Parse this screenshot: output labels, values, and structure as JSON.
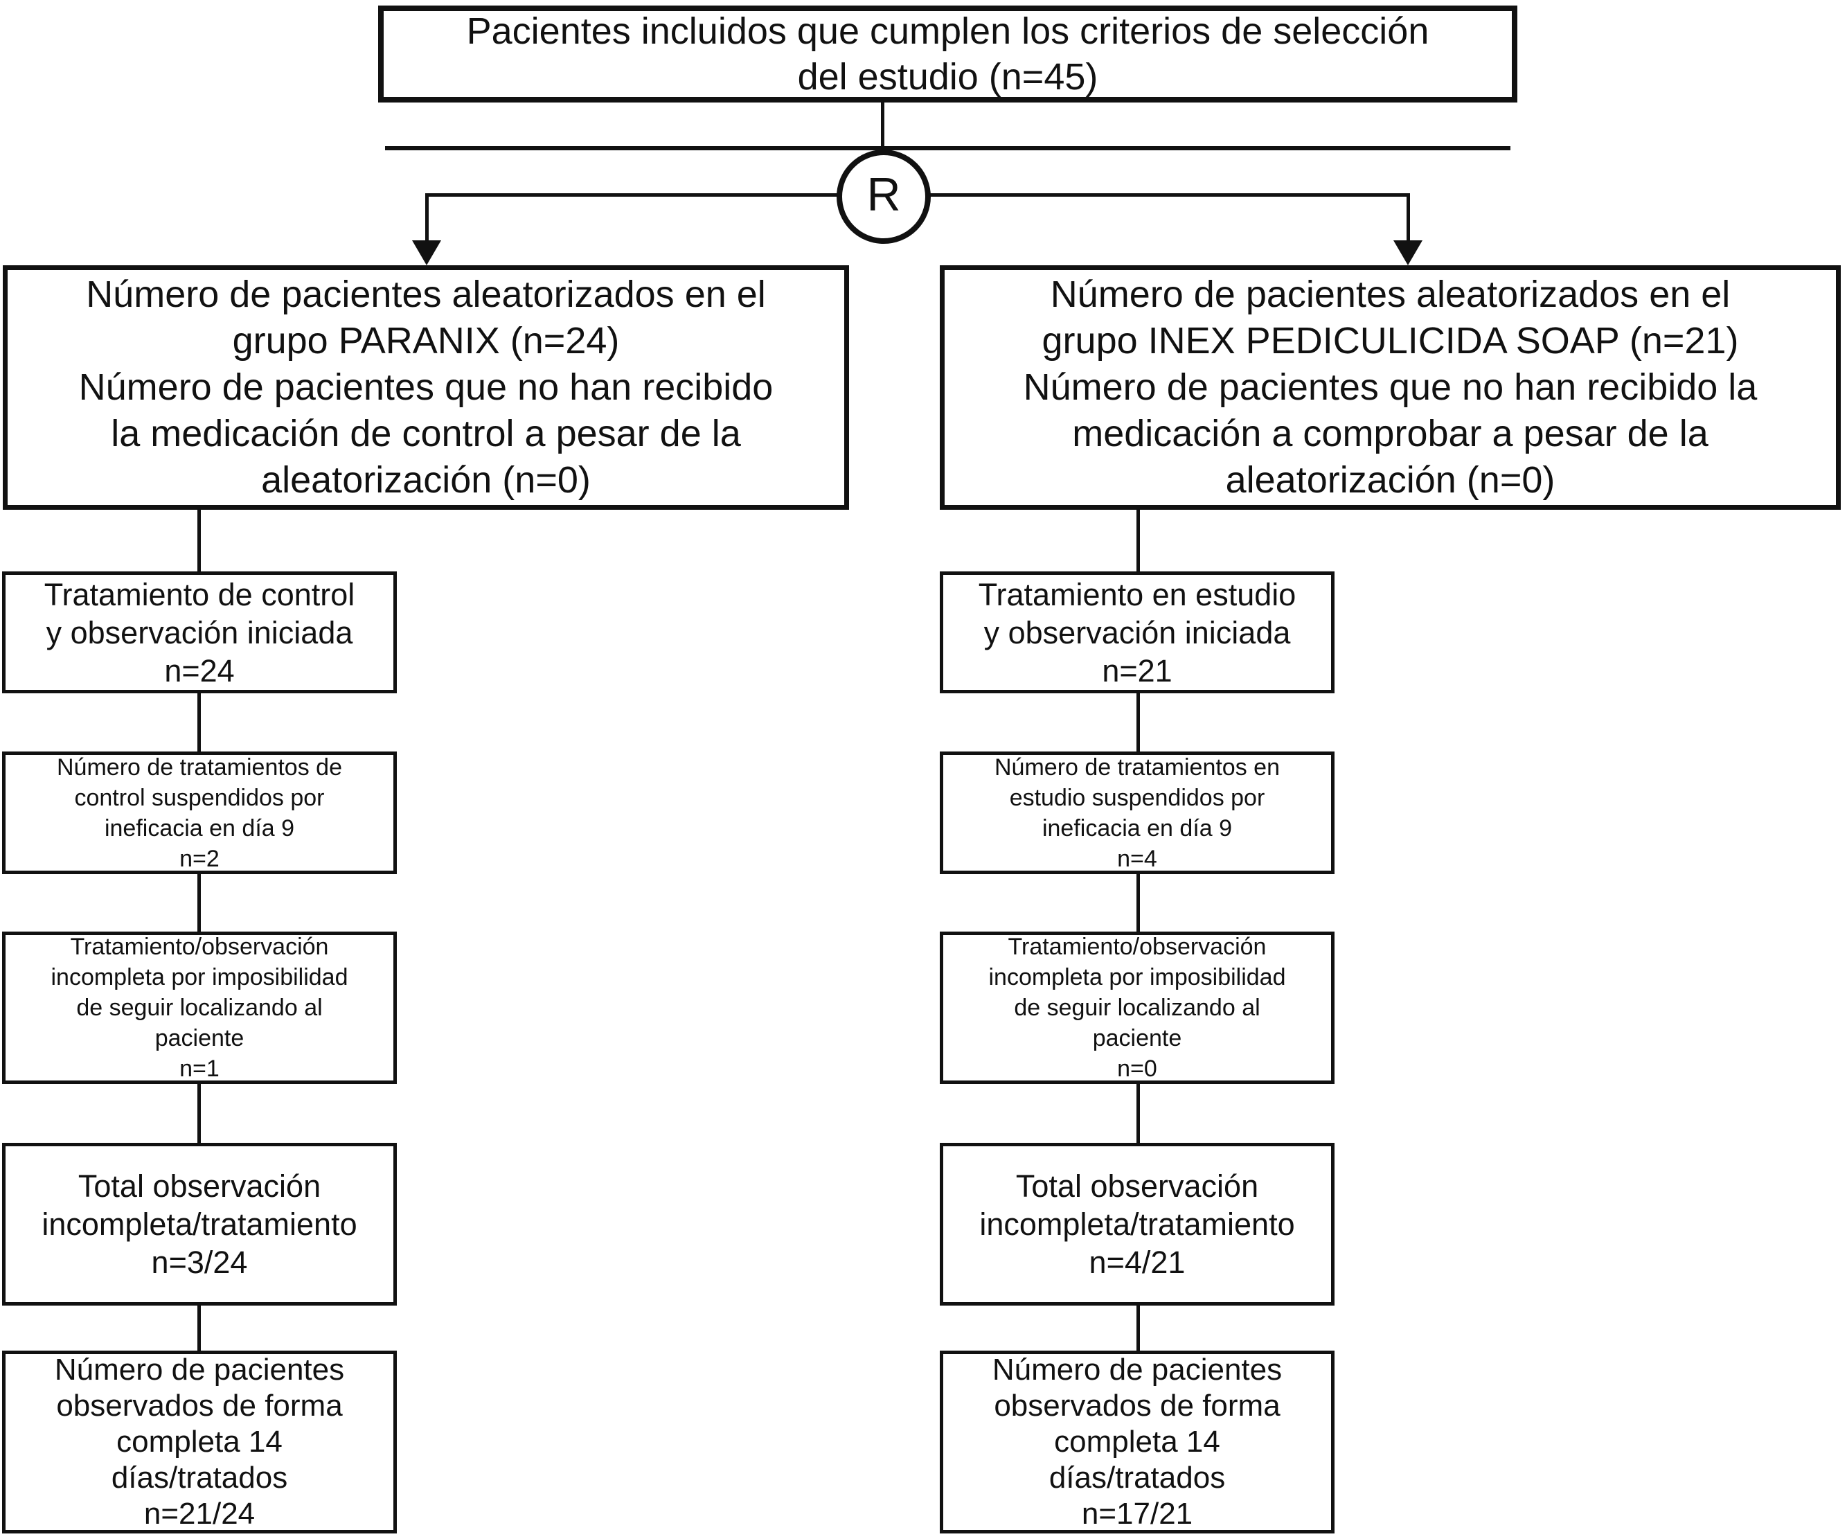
{
  "diagram": {
    "randomization_label": "R",
    "top_box": {
      "lines": [
        "Pacientes incluidos que cumplen los criterios de selección",
        "del estudio (n=45)"
      ]
    },
    "left_branch": {
      "group_name": "PARANIX",
      "randomized_box": {
        "lines": [
          "Número de pacientes aleatorizados en el",
          "grupo PARANIX (n=24)",
          "Número de pacientes que no han recibido",
          "la medicación de control a pesar de la",
          "aleatorización (n=0)"
        ]
      },
      "treatment_started_box": {
        "lines": [
          "Tratamiento de control",
          "y observación iniciada",
          "n=24"
        ]
      },
      "suspended_inefficacy_box": {
        "lines": [
          "Número de tratamientos de",
          "control suspendidos por",
          "ineficacia en día 9",
          "n=2"
        ]
      },
      "incomplete_lost_box": {
        "lines": [
          "Tratamiento/observación",
          "incompleta por imposibilidad",
          "de seguir localizando al",
          "paciente",
          "n=1"
        ]
      },
      "total_incomplete_box": {
        "lines": [
          "Total observación",
          "incompleta/tratamiento",
          "n=3/24"
        ]
      },
      "completed_box": {
        "lines": [
          "Número de pacientes",
          "observados de forma",
          "completa 14",
          "días/tratados",
          "n=21/24"
        ]
      }
    },
    "right_branch": {
      "group_name": "INEX PEDICULICIDA SOAP",
      "randomized_box": {
        "lines": [
          "Número de pacientes aleatorizados en el",
          "grupo INEX PEDICULICIDA SOAP (n=21)",
          "Número de pacientes que no han recibido la",
          "medicación a comprobar a pesar de la",
          "aleatorización (n=0)"
        ]
      },
      "treatment_started_box": {
        "lines": [
          "Tratamiento en estudio",
          "y observación iniciada",
          "n=21"
        ]
      },
      "suspended_inefficacy_box": {
        "lines": [
          "Número de tratamientos en",
          "estudio suspendidos por",
          "ineficacia en día 9",
          "n=4"
        ]
      },
      "incomplete_lost_box": {
        "lines": [
          "Tratamiento/observación",
          "incompleta por imposibilidad",
          "de seguir localizando al",
          "paciente",
          "n=0"
        ]
      },
      "total_incomplete_box": {
        "lines": [
          "Total observación",
          "incompleta/tratamiento",
          "n=4/21"
        ]
      },
      "completed_box": {
        "lines": [
          "Número de pacientes",
          "observados de forma",
          "completa 14",
          "días/tratados",
          "n=17/21"
        ]
      }
    },
    "colors": {
      "line": "#111111",
      "background": "#ffffff",
      "text": "#111111"
    }
  }
}
